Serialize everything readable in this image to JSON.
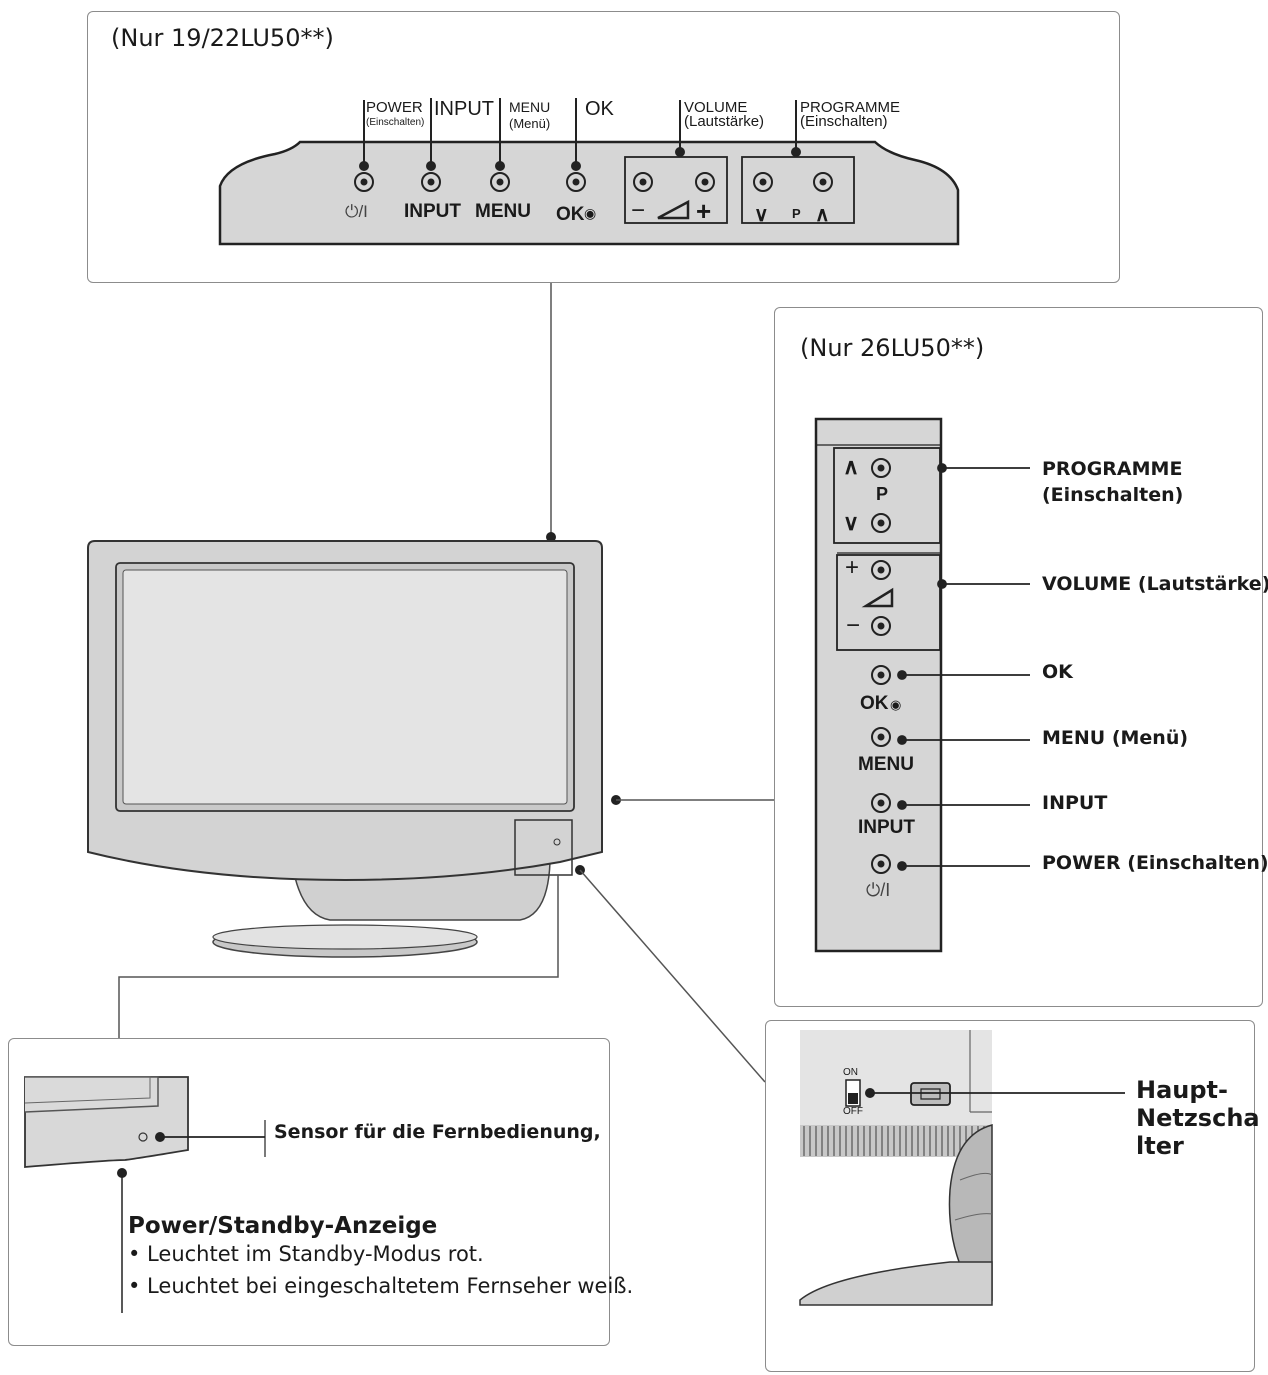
{
  "top_panel": {
    "title": "(Nur 19/22LU50**)",
    "callouts": {
      "power": "POWER",
      "power_sub": "(Einschalten)",
      "input": "INPUT",
      "menu": "MENU",
      "menu_sub": "(Menü)",
      "ok": "OK",
      "volume": "VOLUME",
      "volume_sub": "(Lautstärke)",
      "programme": "PROGRAMME",
      "programme_sub": "(Einschalten)"
    },
    "button_labels": {
      "power": "⏻/I",
      "input": "INPUT",
      "menu": "MENU",
      "ok": "OK",
      "vol_minus": "−",
      "vol_plus": "+",
      "prog_down": "∨",
      "prog_p": "P",
      "prog_up": "∧"
    }
  },
  "side_panel": {
    "title": "(Nur 26LU50**)",
    "callouts": {
      "programme": "PROGRAMME",
      "programme_sub": "(Einschalten)",
      "volume": "VOLUME (Lautstärke)",
      "ok": "OK",
      "menu": "MENU (Menü)",
      "input": "INPUT",
      "power": "POWER (Einschalten)"
    },
    "button_labels": {
      "prog_up": "∧",
      "prog_p": "P",
      "prog_down": "∨",
      "vol_plus": "+",
      "vol_minus": "−",
      "ok": "OK",
      "menu": "MENU",
      "input": "INPUT",
      "power": "⏻/I"
    }
  },
  "sensor_panel": {
    "sensor_label": "Sensor für die Fernbedienung,",
    "indicator_title": "Power/Standby-Anzeige",
    "bullets": [
      "• Leuchtet im Standby-Modus rot.",
      "• Leuchtet bei eingeschaltetem Fernseher weiß."
    ]
  },
  "switch_panel": {
    "on": "ON",
    "off": "OFF",
    "label_line1": "Haupt-",
    "label_line2": "Netzscha",
    "label_line3": "lter"
  }
}
